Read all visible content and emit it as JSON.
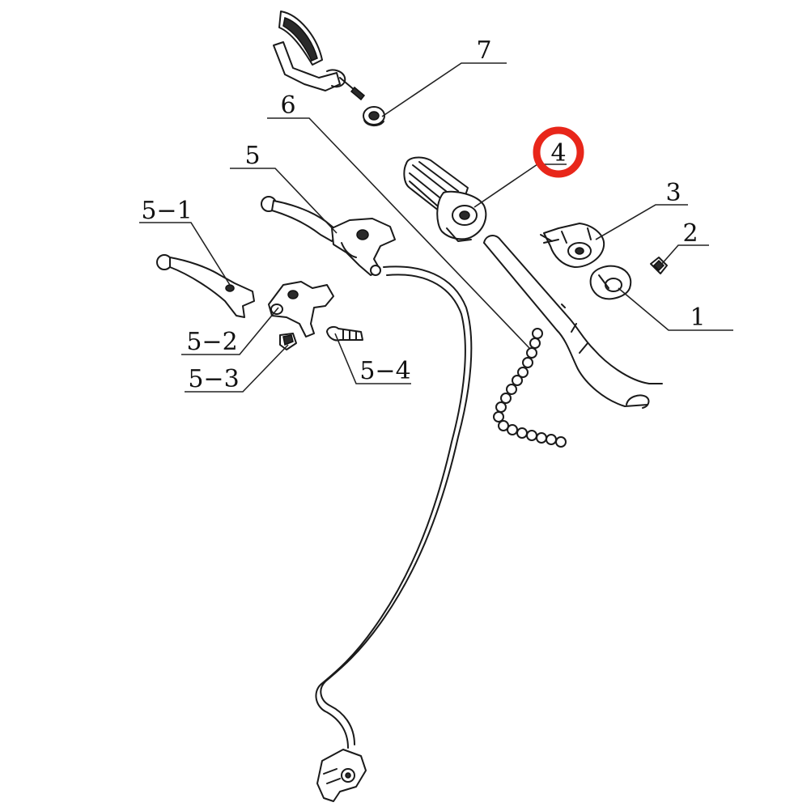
{
  "callouts": {
    "c7": "7",
    "c6": "6",
    "c5": "5",
    "c4": "4",
    "c3": "3",
    "c2": "2",
    "c1": "1",
    "c5_1": "5−1",
    "c5_2": "5−2",
    "c5_3": "5−3",
    "c5_4": "5−4"
  },
  "highlight": {
    "callout": "4",
    "color": "#e8261a"
  },
  "colors": {
    "line": "#1a1a1a",
    "background": "#ffffff"
  }
}
